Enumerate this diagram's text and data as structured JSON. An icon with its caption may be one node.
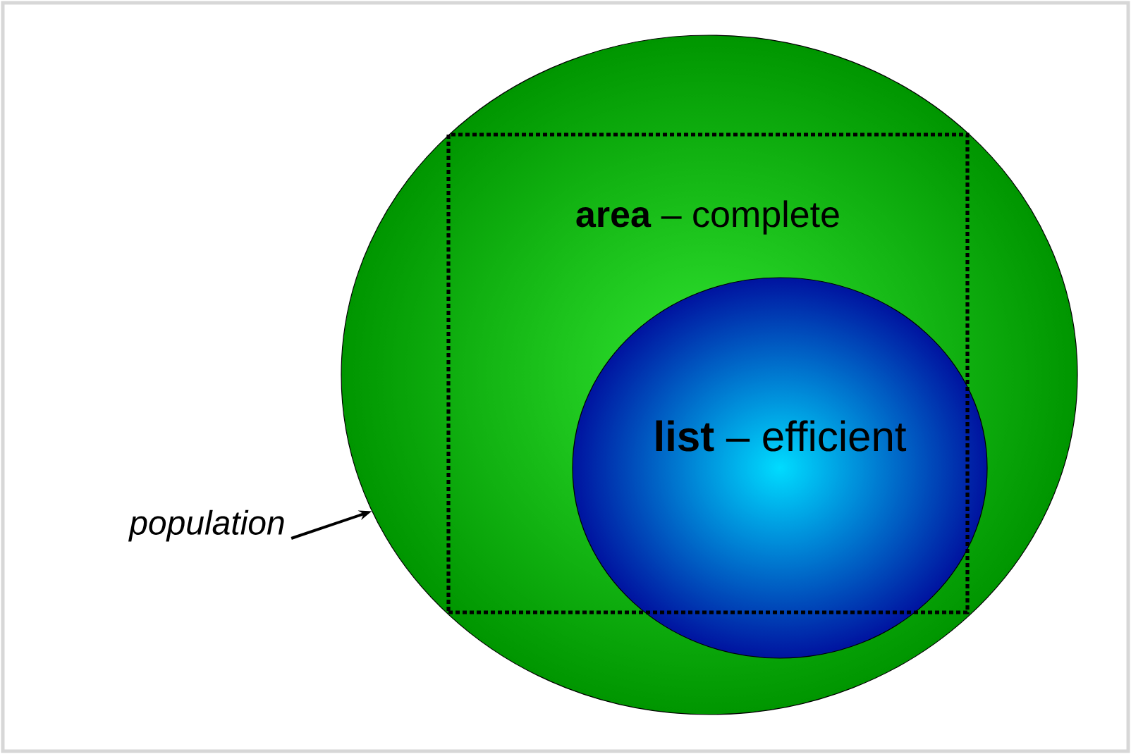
{
  "diagram": {
    "nodes": [
      {
        "text": [],
        "shape": "circle"
      },
      {
        "text": [
          "**area** – complete"
        ],
        "in": 0
      },
      {
        "text": [
          "**list** – efficient"
        ],
        "in": 0
      },
      {
        "text": [
          "population"
        ]
      }
    ],
    "edges": [
      {
        "from": 3,
        "to": 0,
        "arrow": "to"
      }
    ]
  }
}
